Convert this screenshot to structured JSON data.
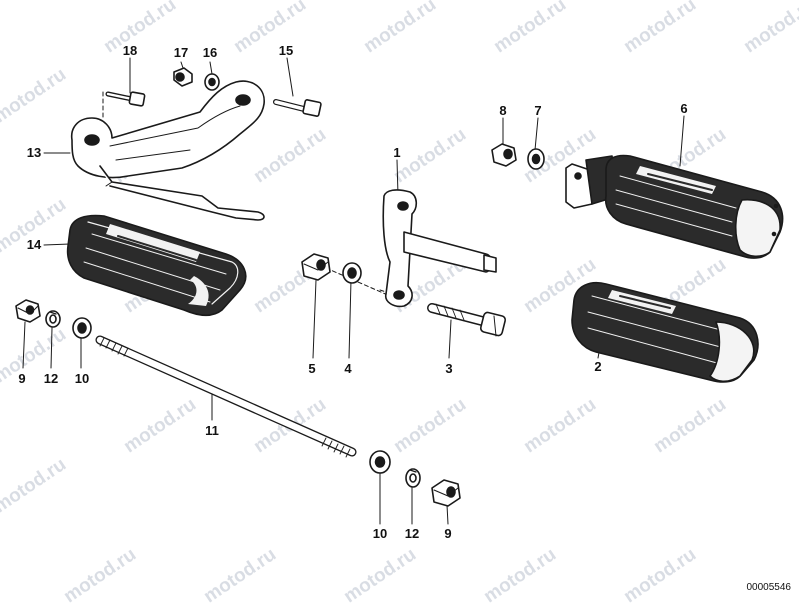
{
  "watermark_text": "motod.ru",
  "reference_number": "00005546",
  "labels": {
    "p18": "18",
    "p17": "17",
    "p16": "16",
    "p15": "15",
    "p13": "13",
    "p14": "14",
    "p1": "1",
    "p8": "8",
    "p7": "7",
    "p6": "6",
    "p5": "5",
    "p4": "4",
    "p3": "3",
    "p2": "2",
    "p9a": "9",
    "p12a": "12",
    "p10a": "10",
    "p11": "11",
    "p10b": "10",
    "p12b": "12",
    "p9b": "9"
  },
  "colors": {
    "ink": "#1a1a1a",
    "rubber": "#2b2b2b",
    "watermark": "#d9dde4"
  }
}
